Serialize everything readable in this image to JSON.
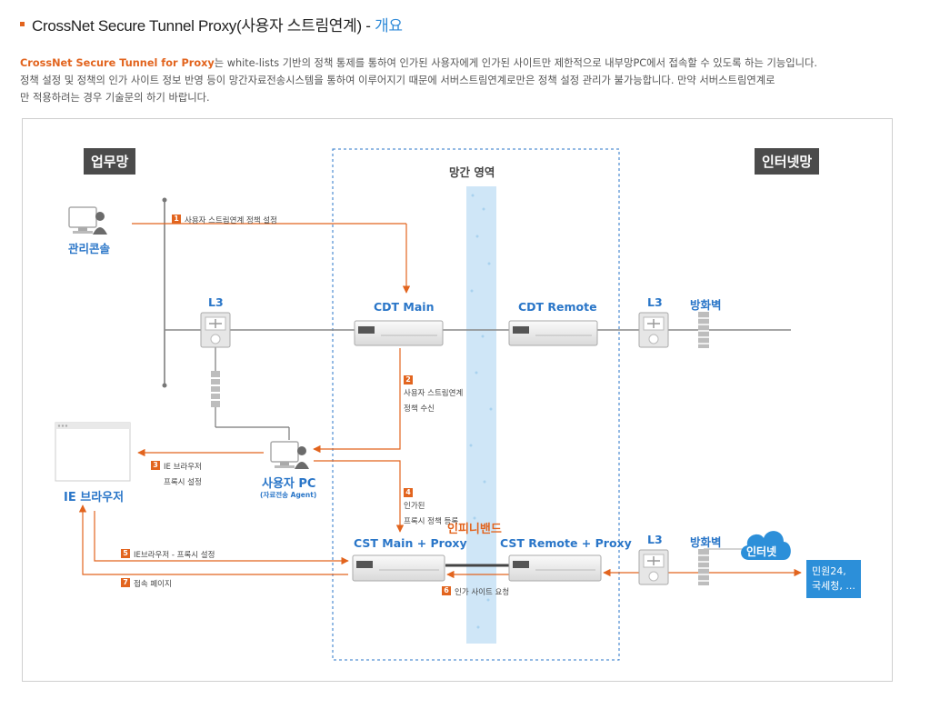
{
  "header": {
    "title": "CrossNet Secure Tunnel Proxy(사용자 스트림연계) - ",
    "subtitle": "개요"
  },
  "intro": {
    "highlight": "CrossNet Secure Tunnel for Proxy",
    "text1": "는 white-lists 기반의 정책 통제를 통하여 인가된 사용자에게 인가된 사이트만 제한적으로 내부망PC에서 접속할 수 있도록 하는 기능입니다.",
    "text2": "정책 설정 및 정책의 인가 사이트 정보 반영 등이 망간자료전송시스템을 통하여 이루어지기 때문에 서버스트림연계로만은 정책 설정 관리가 불가능합니다. 만약 서버스트림연계로",
    "text3": "만 적용하려는 경우 기술문의 하기 바랍니다."
  },
  "diagram": {
    "zones": {
      "left": "업무망",
      "middle": "망간 영역",
      "right": "인터넷망"
    },
    "nodes": {
      "admin_console": "관리콘솔",
      "l3_left": "L3",
      "cdt_main": "CDT Main",
      "cdt_remote": "CDT Remote",
      "l3_right_top": "L3",
      "firewall_top": "방화벽",
      "user_pc": "사용자 PC",
      "user_pc_sub": "(자료전송 Agent)",
      "ie_browser": "IE 브라우저",
      "infiniband": "인피니밴드",
      "cst_main": "CST Main + Proxy",
      "cst_remote": "CST Remote + Proxy",
      "l3_right_bottom": "L3",
      "firewall_bottom": "방화벽",
      "internet": "인터넷",
      "public_sites_1": "민원24,",
      "public_sites_2": "국세청, ..."
    },
    "steps": [
      {
        "num": "1",
        "text": "사용자 스트림연계 정책 설정"
      },
      {
        "num": "2",
        "text1": "사용자 스트림연계",
        "text2": "정책 수신"
      },
      {
        "num": "3",
        "text1": "IE 브라우저",
        "text2": "프록시 설정"
      },
      {
        "num": "4",
        "text1": "인가된",
        "text2": "프록시 정책 등록"
      },
      {
        "num": "5",
        "text": "IE브라우저 - 프록시 설정"
      },
      {
        "num": "6",
        "text": "인가 사이트 요청"
      },
      {
        "num": "7",
        "text": "접속 페이지"
      }
    ],
    "colors": {
      "accent": "#e2641e",
      "blue": "#2a76c8",
      "band": "#cfe6f7",
      "cloud": "#2c8fd9"
    }
  }
}
